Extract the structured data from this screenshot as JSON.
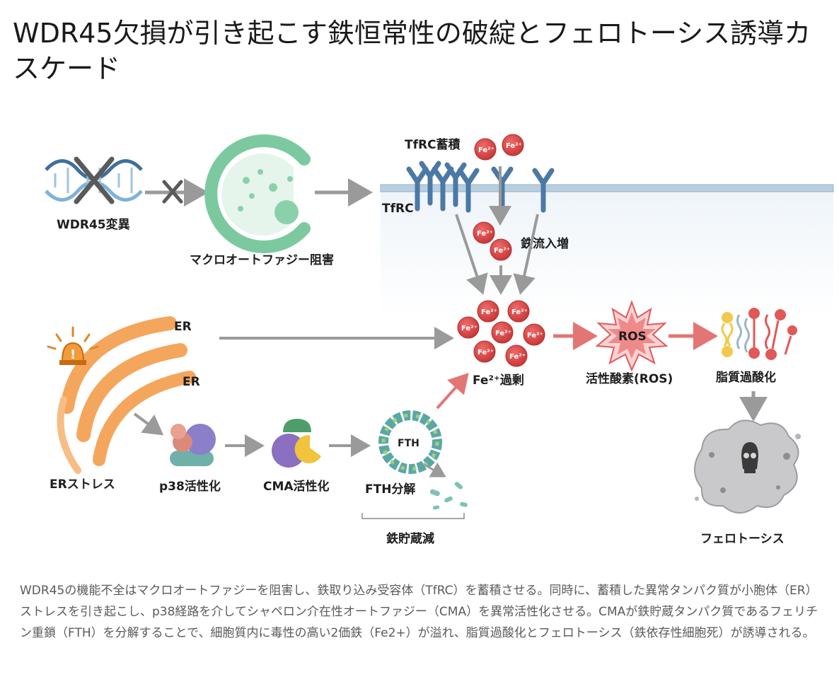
{
  "title": "WDR45欠損が引き起こす鉄恒常性の破綻とフェロトーシス誘導カスケード",
  "labels": {
    "wdr45": "WDR45変異",
    "macroautophagy": "マクロオートファジー阻害",
    "tfrc_accum": "TfRC蓄積",
    "tfrc": "TfRC",
    "iron_influx": "鉄流入増",
    "er_top": "ER",
    "er_bottom": "ER",
    "er_stress": "ERストレス",
    "p38": "p38活性化",
    "cma": "CMA活性化",
    "fth": "FTH",
    "fth_degradation": "FTH分解",
    "iron_storage_decrease": "鉄貯蔵減",
    "fe_excess": "Fe²⁺過剰",
    "ros": "ROS",
    "ros_full": "活性酸素(ROS)",
    "lipid_peroxidation": "脂質過酸化",
    "ferroptosis": "フェロトーシス",
    "fe_ion": "Fe²⁺"
  },
  "colors": {
    "membrane": "#b9cfe0",
    "receptor": "#4b79a6",
    "iron": "#d94545",
    "er": "#f4a65c",
    "autophagy": "#7cc9a0",
    "arrow_gray": "#9a9a9a",
    "arrow_red": "#e47575"
  },
  "caption": "WDR45の機能不全はマクロオートファジーを阻害し、鉄取り込み受容体（TfRC）を蓄積させる。同時に、蓄積した異常タンパク質が小胞体（ER）ストレスを引き起こし、p38経路を介してシャペロン介在性オートファジー（CMA）を異常活性化させる。CMAが鉄貯蔵タンパク質であるフェリチン重鎖（FTH）を分解することで、細胞質内に毒性の高い2価鉄（Fe2+）が溢れ、脂質過酸化とフェロトーシス（鉄依存性細胞死）が誘導される。"
}
